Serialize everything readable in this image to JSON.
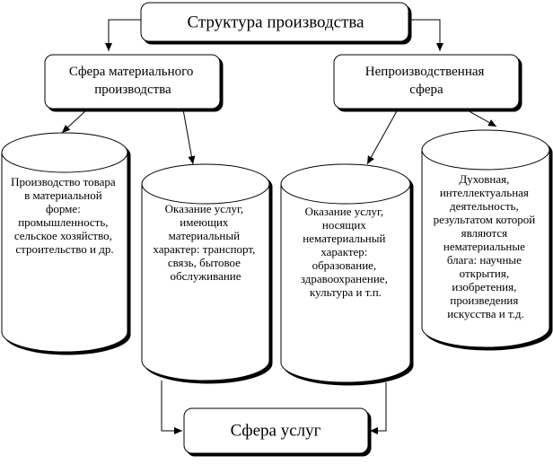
{
  "top": {
    "label": "Структура производства"
  },
  "spheres": [
    {
      "lines": [
        "Сфера материального",
        "производства"
      ]
    },
    {
      "lines": [
        "Непроизводственная",
        "сфера"
      ]
    }
  ],
  "cylinders": [
    {
      "lines": [
        "Производство товара",
        "в материальной",
        "форме:",
        "промышленность,",
        "сельское хозяйство,",
        "строительство и др."
      ]
    },
    {
      "lines": [
        "Оказание услуг,",
        "имеющих",
        "материальный",
        "характер: транспорт,",
        "связь, бытовое",
        "обслуживание"
      ]
    },
    {
      "lines": [
        "Оказание услуг,",
        "носящих",
        "нематериальный",
        "характер:",
        "образование,",
        "здравоохранение,",
        "культура и т.п."
      ]
    },
    {
      "lines": [
        "Духовная,",
        "интеллектуальная",
        "деятельность,",
        "результатом которой",
        "являются",
        "нематериальные",
        "блага: научные",
        "открытия,",
        "изобретения,",
        "произведения",
        "искусства и т.д."
      ]
    }
  ],
  "bottom": {
    "label": "Сфера услуг"
  }
}
